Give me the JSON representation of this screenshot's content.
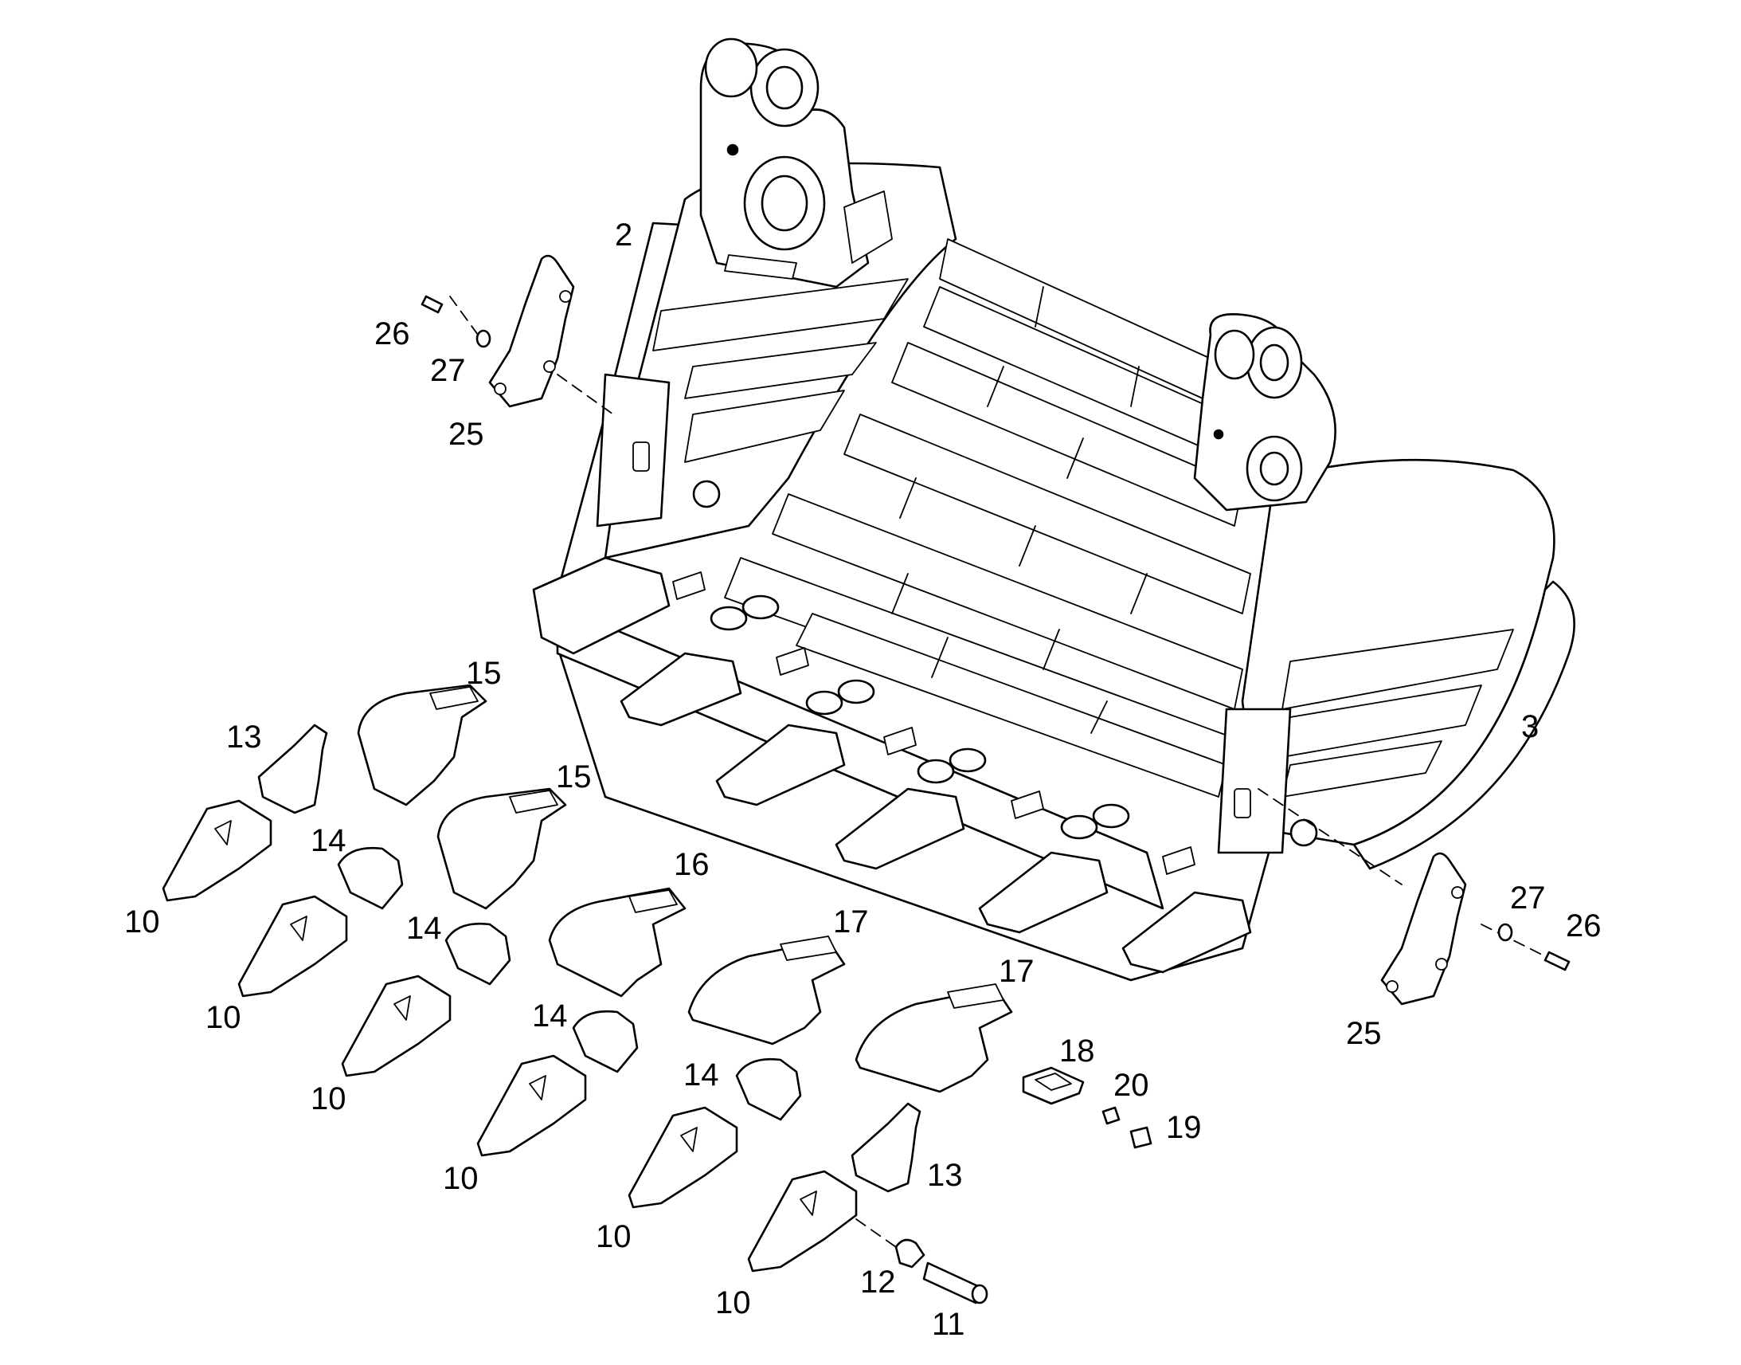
{
  "callouts": {
    "c2": "2",
    "c3": "3",
    "c10": "10",
    "c11": "11",
    "c12": "12",
    "c13": "13",
    "c14": "14",
    "c15": "15",
    "c16": "16",
    "c17": "17",
    "c18": "18",
    "c19": "19",
    "c20": "20",
    "c25": "25",
    "c26": "26",
    "c27": "27"
  },
  "colors": {
    "line": "#000000",
    "background": "#ffffff"
  }
}
